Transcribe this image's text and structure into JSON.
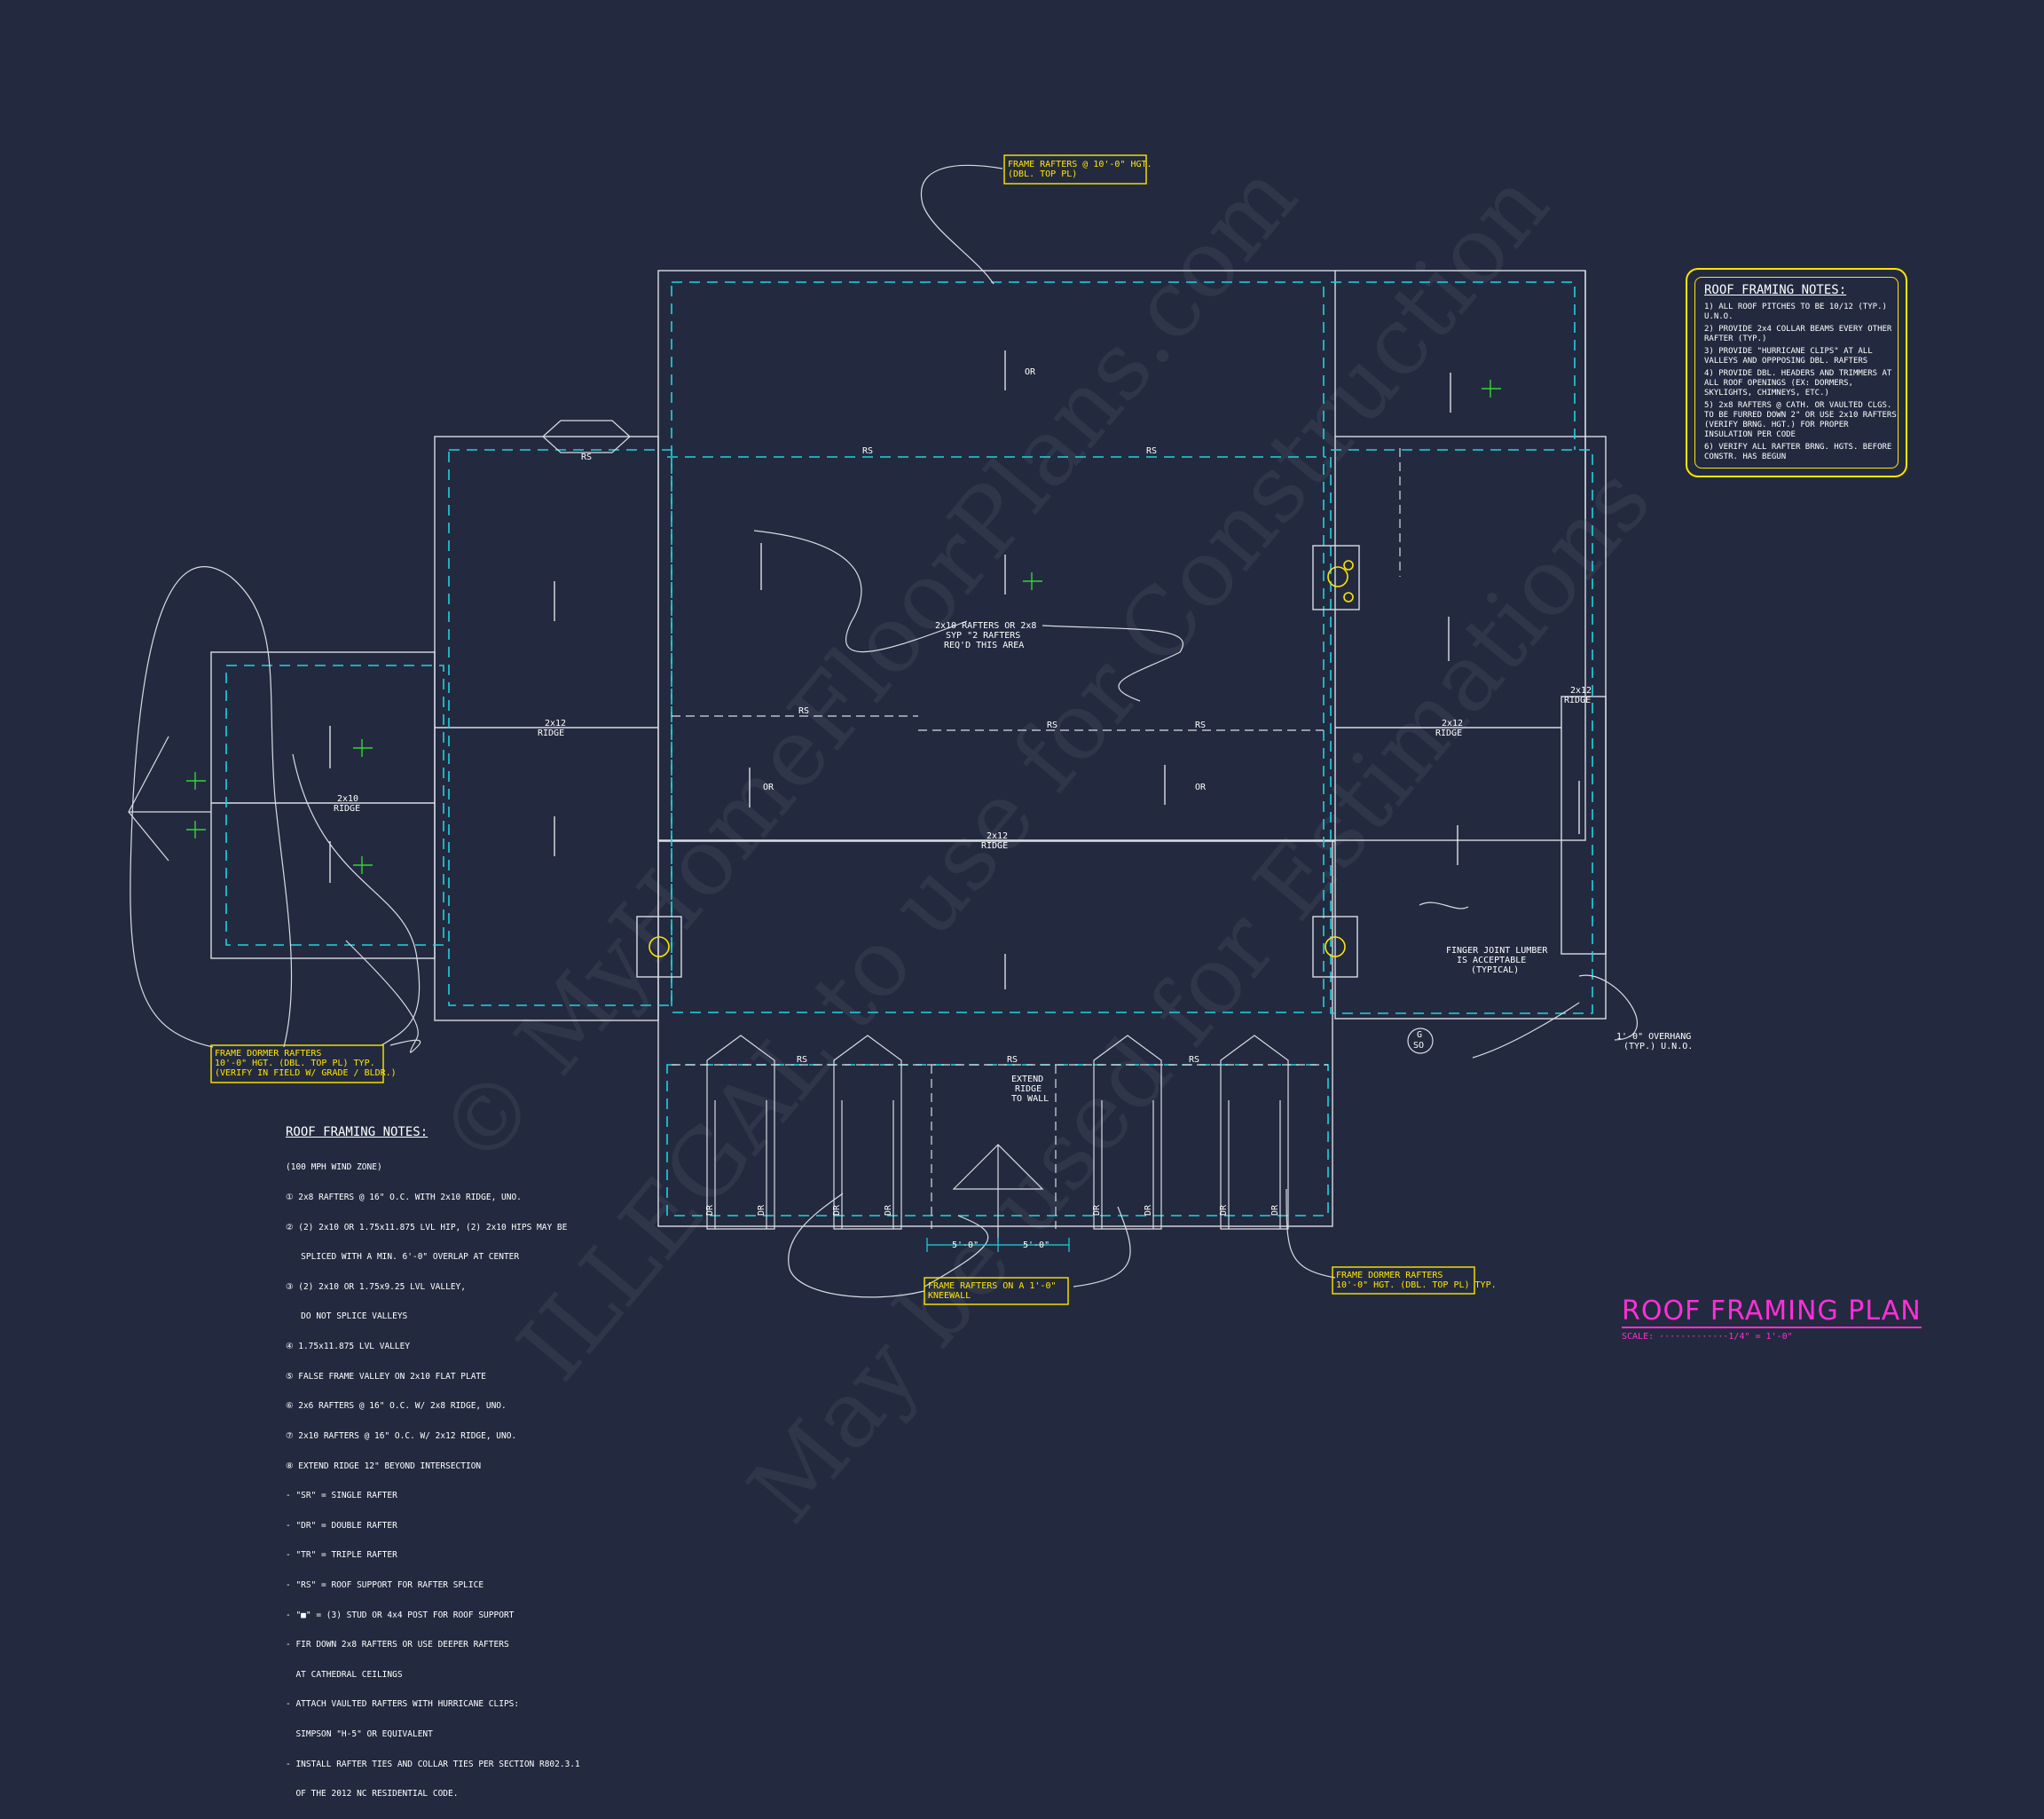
{
  "watermarks": [
    "© MyHomeFloorPlans.com",
    "ILLEGAL to use for Construction",
    "May be used for Estimations"
  ],
  "callouts": {
    "top": [
      "FRAME RAFTERS @ 10'-0\" HGT.",
      "(DBL. TOP PL)"
    ],
    "dormer_left": [
      "FRAME DORMER RAFTERS",
      "10'-0\" HGT. (DBL. TOP PL) TYP.",
      "(VERIFY IN FIELD W/ GRADE / BLDR.)"
    ],
    "kneewall": [
      "FRAME RAFTERS ON A 1'-0\"",
      "KNEEWALL"
    ],
    "dormer_right": [
      "FRAME DORMER RAFTERS",
      "10'-0\" HGT. (DBL. TOP PL) TYP."
    ]
  },
  "plan_labels": {
    "rs": "RS",
    "ridge": "RIDGE",
    "ridge_2x12": "2x12",
    "ridge_2x10": "2x10",
    "or": "OR",
    "rafters_area": [
      "2x10 RAFTERS OR 2x8",
      "SYP \"2 RAFTERS",
      "REQ'D THIS AREA"
    ],
    "extend_ridge": [
      "EXTEND",
      "RIDGE",
      "TO WALL"
    ],
    "finger_joint": [
      "FINGER JOINT LUMBER",
      "IS ACCEPTABLE",
      "(TYPICAL)"
    ],
    "overhang": [
      "1'-0\" OVERHANG",
      "(TYP.) U.N.O."
    ],
    "dr": "DR",
    "dim": "5'-0\"",
    "gs": [
      "G",
      "SO"
    ]
  },
  "notes_box": {
    "title": "ROOF FRAMING NOTES:",
    "items": [
      "1) ALL ROOF PITCHES TO BE 10/12 (TYP.) U.N.O.",
      "2) PROVIDE 2x4 COLLAR BEAMS EVERY OTHER RAFTER (TYP.)",
      "3) PROVIDE \"HURRICANE CLIPS\" AT ALL VALLEYS AND OPPPOSING DBL. RAFTERS",
      "4) PROVIDE DBL. HEADERS AND TRIMMERS AT ALL ROOF OPENINGS (EX: DORMERS, SKYLIGHTS, CHIMNEYS, ETC.)",
      "5) 2x8 RAFTERS @ CATH. OR VAULTED CLGS. TO BE FURRED DOWN 2\" OR USE 2x10 RAFTERS (VERIFY BRNG. HGT.) FOR PROPER INSULATION PER CODE",
      "6) VERIFY ALL RAFTER BRNG. HGTS. BEFORE CONSTR. HAS BEGUN"
    ]
  },
  "legend": {
    "title": "ROOF FRAMING NOTES:",
    "items": [
      "(100 MPH WIND ZONE)",
      "① 2x8 RAFTERS @ 16\" O.C. WITH 2x10 RIDGE, UNO.",
      "② (2) 2x10 OR 1.75x11.875 LVL HIP, (2) 2x10 HIPS MAY BE",
      "   SPLICED WITH A MIN. 6'-0\" OVERLAP AT CENTER",
      "③ (2) 2x10 OR 1.75x9.25 LVL VALLEY,",
      "   DO NOT SPLICE VALLEYS",
      "④ 1.75x11.875 LVL VALLEY",
      "⑤ FALSE FRAME VALLEY ON 2x10 FLAT PLATE",
      "⑥ 2x6 RAFTERS @ 16\" O.C. W/ 2x8 RIDGE, UNO.",
      "⑦ 2x10 RAFTERS @ 16\" O.C. W/ 2x12 RIDGE, UNO.",
      "⑧ EXTEND RIDGE 12\" BEYOND INTERSECTION",
      "- \"SR\" = SINGLE RAFTER",
      "- \"DR\" = DOUBLE RAFTER",
      "- \"TR\" = TRIPLE RAFTER",
      "- \"RS\" = ROOF SUPPORT FOR RAFTER SPLICE",
      "- \"■\" = (3) STUD OR 4x4 POST FOR ROOF SUPPORT",
      "- FIR DOWN 2x8 RAFTERS OR USE DEEPER RAFTERS",
      "  AT CATHEDRAL CEILINGS",
      "- ATTACH VAULTED RAFTERS WITH HURRICANE CLIPS:",
      "  SIMPSON \"H-5\" OR EQUIVALENT",
      "- INSTALL RAFTER TIES AND COLLAR TIES PER SECTION R802.3.1",
      "  OF THE 2012 NC RESIDENTIAL CODE."
    ]
  },
  "title_block": {
    "title": "ROOF FRAMING PLAN",
    "scale": "SCALE: ·············1/4\" = 1'-0\""
  },
  "colors": {
    "background": "#232a3f",
    "line": "#d9dce4",
    "cyan": "#1fd3e0",
    "yellow": "#ffe600",
    "magenta": "#ff2fd8",
    "green": "#33d633"
  }
}
